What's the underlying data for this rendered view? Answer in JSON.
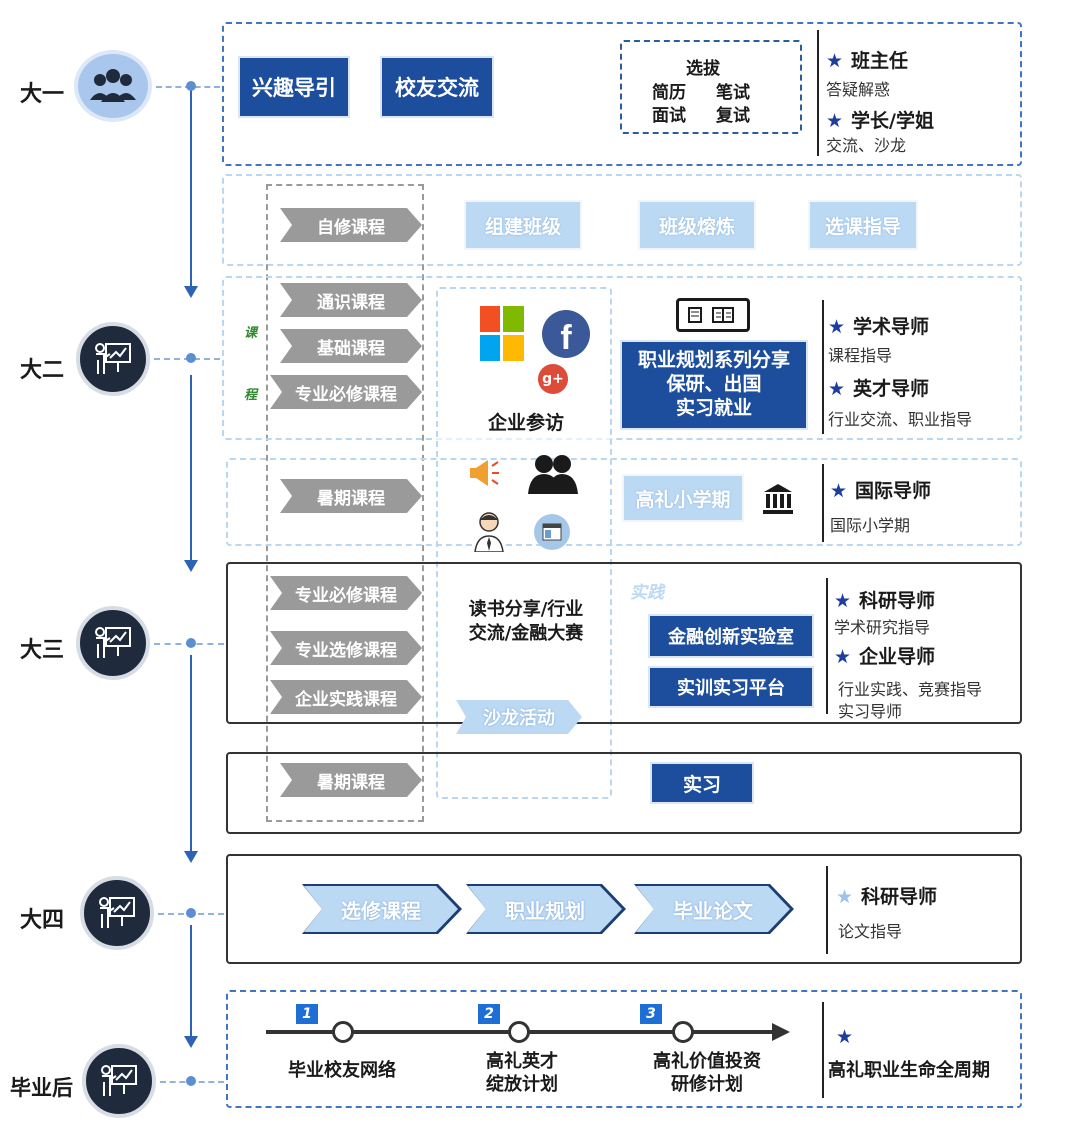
{
  "years": {
    "y1": "大一",
    "y2": "大二",
    "y3": "大三",
    "y4": "大四",
    "y5": "毕业后"
  },
  "row1": {
    "btn1": "兴趣导引",
    "btn2": "校友交流",
    "select_title": "选拔",
    "select_items": [
      "简历",
      "笔试",
      "面试",
      "复试"
    ],
    "mentor1": "班主任",
    "mentor1_sub": "答疑解惑",
    "mentor2": "学长/学姐",
    "mentor2_sub": "交流、沙龙"
  },
  "row2": {
    "course": "自修课程",
    "boxes": [
      "组建班级",
      "班级熔炼",
      "选课指导"
    ]
  },
  "row3": {
    "side_label_1": "课",
    "side_label_2": "程",
    "courses": [
      "通识课程",
      "基础课程",
      "专业必修课程"
    ],
    "career_box": [
      "职业规划系列分享",
      "保研、出国",
      "实习就业"
    ],
    "mentor1": "学术导师",
    "mentor1_sub": "课程指导",
    "mentor2": "英才导师",
    "mentor2_sub": "行业交流、职业指导"
  },
  "center": {
    "visit": "企业参访",
    "reading": [
      "读书分享/行业",
      "交流/金融大赛"
    ],
    "salon": "沙龙活动"
  },
  "row4": {
    "course": "暑期课程",
    "box": "高礼小学期",
    "mentor": "国际导师",
    "mentor_sub": "国际小学期"
  },
  "row5": {
    "courses": [
      "专业必修课程",
      "专业选修课程",
      "企业实践课程"
    ],
    "practice_label": "实践",
    "box1": "金融创新实验室",
    "box2": "实训实习平台",
    "mentor1": "科研导师",
    "mentor1_sub": "学术研究指导",
    "mentor2": "企业导师",
    "mentor2_sub1": "行业实践、竞赛指导",
    "mentor2_sub2": "实习导师"
  },
  "row6": {
    "course": "暑期课程",
    "box": "实习"
  },
  "row7": {
    "chevrons": [
      "选修课程",
      "职业规划",
      "毕业论文"
    ],
    "mentor": "科研导师",
    "mentor_sub": "论文指导"
  },
  "row8": {
    "steps": [
      {
        "num": "1",
        "label": [
          "毕业校友网络"
        ]
      },
      {
        "num": "2",
        "label": [
          "高礼英才",
          "绽放计划"
        ]
      },
      {
        "num": "3",
        "label": [
          "高礼价值投资",
          "研修计划"
        ]
      }
    ],
    "right_label": "高礼职业生命全周期"
  },
  "colors": {
    "navy": "#1d4e9e",
    "light_blue": "#bcd9f4",
    "gray": "#9a9a9a",
    "timeline_blue": "#2e62b3"
  }
}
